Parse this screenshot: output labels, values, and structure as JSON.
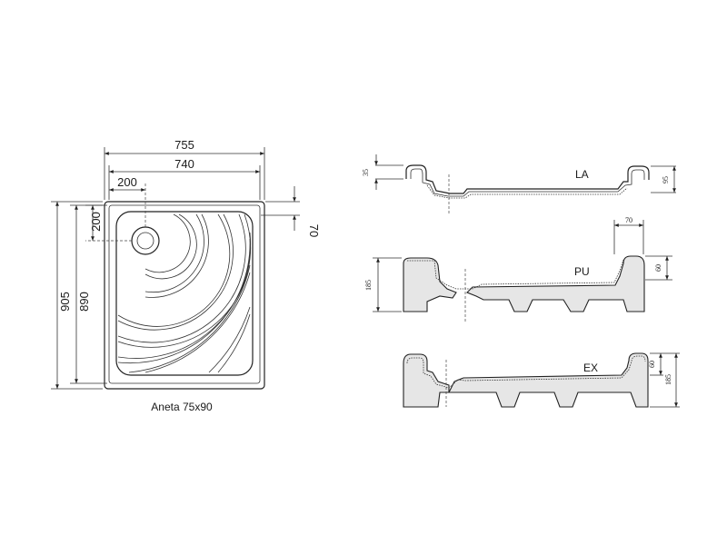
{
  "plan_view": {
    "caption": "Aneta 75x90",
    "dimensions": {
      "outer_width": "755",
      "inner_width": "740",
      "drain_offset_x": "200",
      "drain_offset_y": "200",
      "rim_offset": "70",
      "outer_length": "905",
      "inner_length": "890"
    }
  },
  "sections": [
    {
      "label": "LA",
      "dim_height_left": "35",
      "dim_height_right": "95"
    },
    {
      "label": "PU",
      "dim_height_left": "185",
      "dim_width_top": "70",
      "dim_height_right": "60"
    },
    {
      "label": "EX",
      "dim_height_right_small": "60",
      "dim_height_right_large": "185"
    }
  ]
}
